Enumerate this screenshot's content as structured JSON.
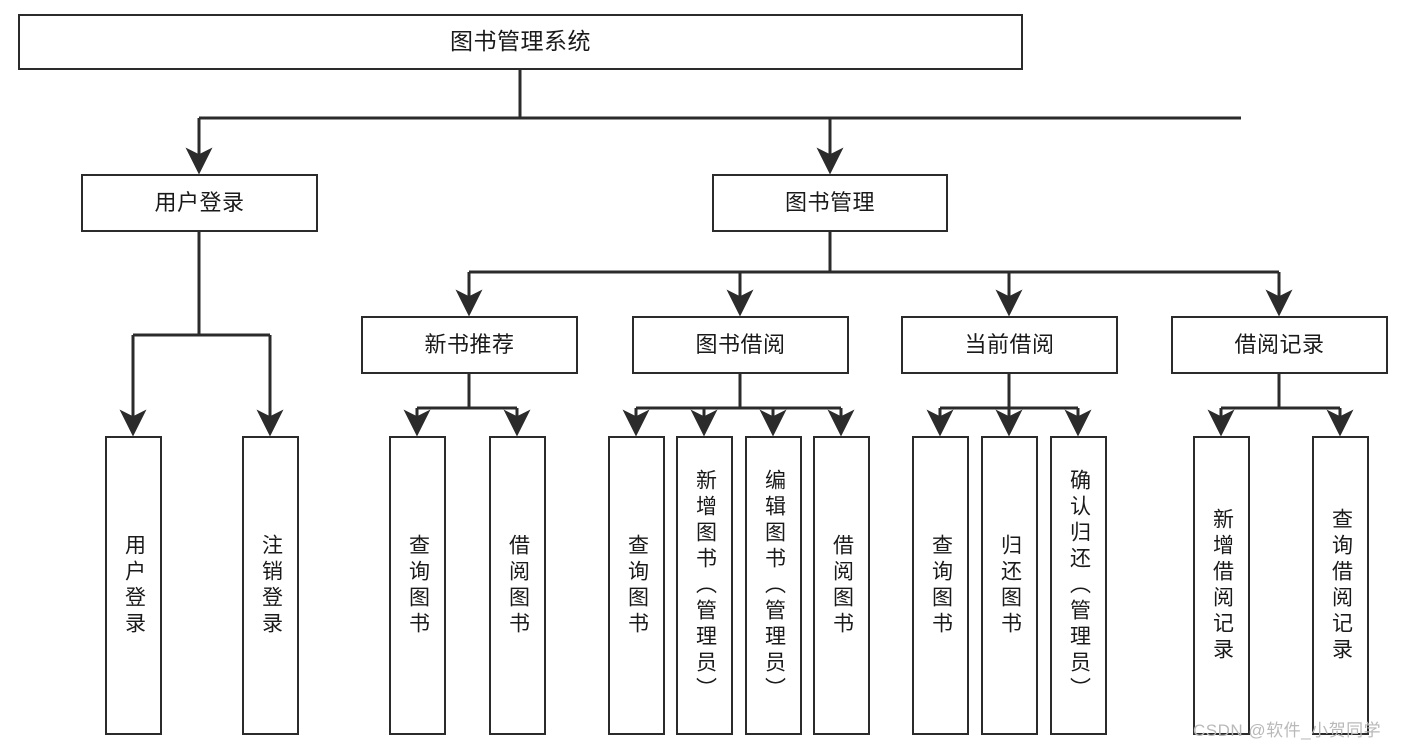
{
  "diagram": {
    "title": "图书管理系统",
    "type": "功能结构图",
    "colors": {
      "stroke": "#2b2b2b",
      "fill": "#ffffff",
      "text": "#1a1a1a",
      "watermark": "#b9b9b9"
    },
    "watermark": "CSDN @软件_小贺同学",
    "levels": {
      "root": [
        "图书管理系统"
      ],
      "level2": [
        "用户登录",
        "图书管理"
      ],
      "level3": [
        "新书推荐",
        "图书借阅",
        "当前借阅",
        "借阅记录"
      ]
    },
    "nodes": {
      "root": {
        "label": "图书管理系统"
      },
      "login": {
        "label": "用户登录"
      },
      "bookmgmt": {
        "label": "图书管理"
      },
      "newbook": {
        "label": "新书推荐"
      },
      "borrow": {
        "label": "图书借阅"
      },
      "current": {
        "label": "当前借阅"
      },
      "records": {
        "label": "借阅记录"
      },
      "leaf_login_1": {
        "label": "用户登录"
      },
      "leaf_login_2": {
        "label": "注销登录"
      },
      "leaf_new_1": {
        "label": "查询图书"
      },
      "leaf_new_2": {
        "label": "借阅图书"
      },
      "leaf_borrow_1": {
        "label": "查询图书"
      },
      "leaf_borrow_2": {
        "label": "新增图书（管理员）"
      },
      "leaf_borrow_3": {
        "label": "编辑图书（管理员）"
      },
      "leaf_borrow_4": {
        "label": "借阅图书"
      },
      "leaf_cur_1": {
        "label": "查询图书"
      },
      "leaf_cur_2": {
        "label": "归还图书"
      },
      "leaf_cur_3": {
        "label": "确认归还（管理员）"
      },
      "leaf_rec_1": {
        "label": "新增借阅记录"
      },
      "leaf_rec_2": {
        "label": "查询借阅记录"
      }
    },
    "edges": [
      {
        "from": "root",
        "to": "login"
      },
      {
        "from": "root",
        "to": "bookmgmt"
      },
      {
        "from": "login",
        "to": "leaf_login_1"
      },
      {
        "from": "login",
        "to": "leaf_login_2"
      },
      {
        "from": "bookmgmt",
        "to": "newbook"
      },
      {
        "from": "bookmgmt",
        "to": "borrow"
      },
      {
        "from": "bookmgmt",
        "to": "current"
      },
      {
        "from": "bookmgmt",
        "to": "records"
      },
      {
        "from": "newbook",
        "to": "leaf_new_1"
      },
      {
        "from": "newbook",
        "to": "leaf_new_2"
      },
      {
        "from": "borrow",
        "to": "leaf_borrow_1"
      },
      {
        "from": "borrow",
        "to": "leaf_borrow_2"
      },
      {
        "from": "borrow",
        "to": "leaf_borrow_3"
      },
      {
        "from": "borrow",
        "to": "leaf_borrow_4"
      },
      {
        "from": "current",
        "to": "leaf_cur_1"
      },
      {
        "from": "current",
        "to": "leaf_cur_2"
      },
      {
        "from": "current",
        "to": "leaf_cur_3"
      },
      {
        "from": "records",
        "to": "leaf_rec_1"
      },
      {
        "from": "records",
        "to": "leaf_rec_2"
      }
    ]
  }
}
